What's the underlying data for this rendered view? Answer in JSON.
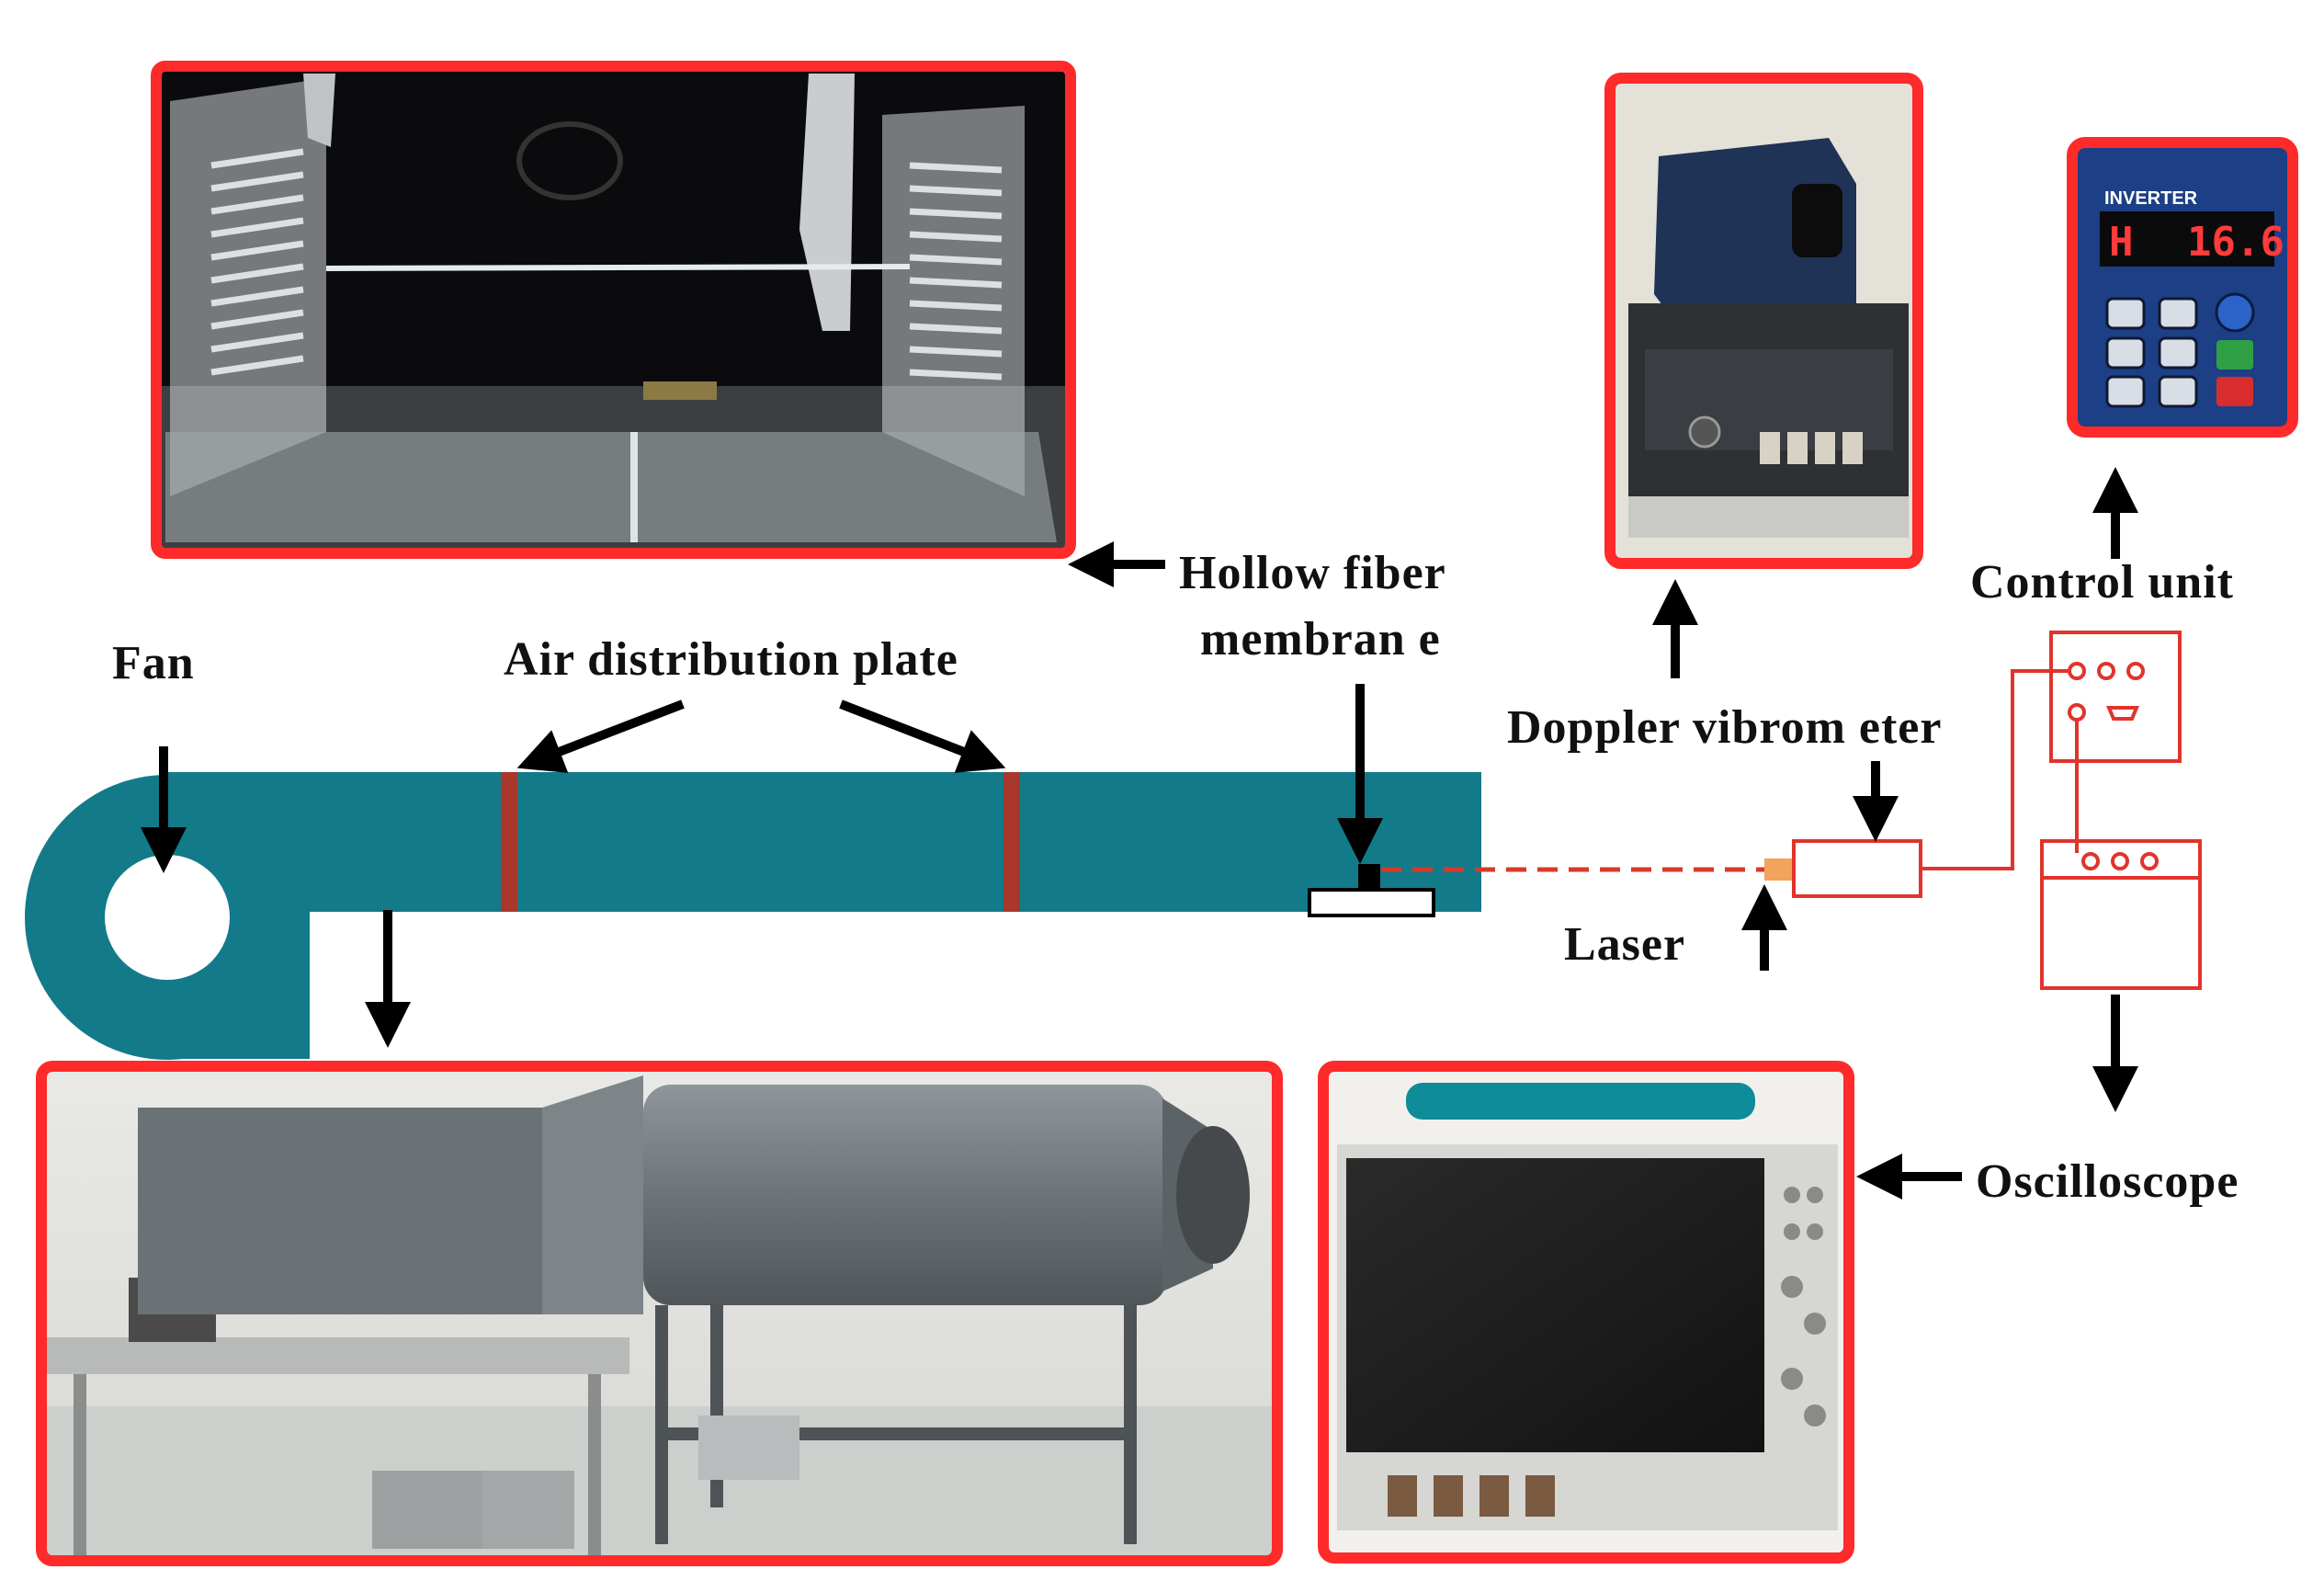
{
  "labels": {
    "fan": "Fan",
    "air_distribution_plate": "Air distribution plate",
    "hollow_fiber_line1": "Hollow fiber",
    "hollow_fiber_line2": "membran e",
    "doppler_vibrometer": "Doppler vibrom eter",
    "control_unit": "Control unit",
    "laser": "Laser",
    "oscilloscope": "Oscilloscope"
  },
  "inverter": {
    "brand": "INVERTER",
    "readout_prefix": "H",
    "readout_value": "16.6"
  },
  "colors": {
    "duct": "#137a8a",
    "plate": "#a8372c",
    "frame": "#ff2a2a",
    "laser_beam": "#d83a2a",
    "laser_head": "#f2a35c",
    "schematic": "#e0342c"
  }
}
